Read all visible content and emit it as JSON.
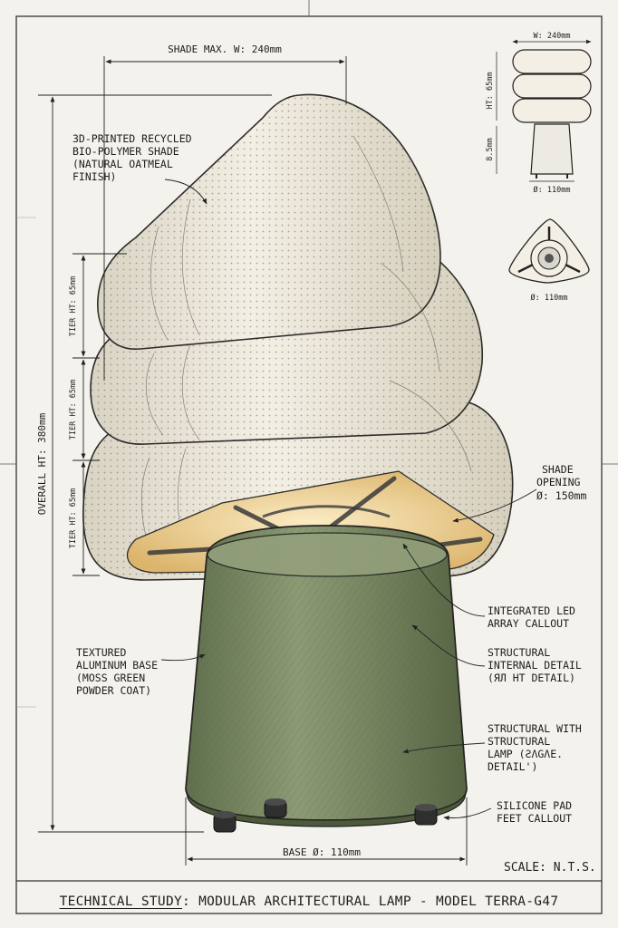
{
  "dimensions": {
    "shade_max_width": "SHADE MAX. W: 240mm",
    "overall_height": "OVERALL HT: 380mm",
    "tier_height": "TIER HT: 65mm",
    "base_diameter": "BASE Ø: 110mm"
  },
  "callouts": {
    "shade_line1": "3D-PRINTED RECYCLED",
    "shade_line2": "BIO-POLYMER SHADE",
    "shade_line3": "(NATURAL OATMEAL",
    "shade_line4": "FINISH)",
    "opening_line1": "SHADE",
    "opening_line2": "OPENING",
    "opening_line3": "Ø: 150mm",
    "led_line1": "INTEGRATED LED",
    "led_line2": "ARRAY CALLOUT",
    "base_line1": "TEXTURED",
    "base_line2": "ALUMINUM BASE",
    "base_line3": "(MOSS GREEN",
    "base_line4": "POWDER COAT)",
    "internal_line1": "STRUCTURAL",
    "internal_line2": "INTERNAL DETAIL",
    "internal_line3": "(ЯЛ HT DETAIL)",
    "struct_line1": "STRUCTURAL WITH",
    "struct_line2": "STRUCTURAL",
    "struct_line3": "LAMP (ƧΛGΛE.",
    "struct_line4": "DETAIL')",
    "feet_line1": "SILICONE PAD",
    "feet_line2": "FEET CALLOUT"
  },
  "inset": {
    "width": "W: 240mm",
    "tier_height": "HT: 65mm",
    "base_height": "8.5mm",
    "base_diameter": "Ø: 110mm",
    "plan_diameter": "Ø: 110mm"
  },
  "scale": "SCALE: N.T.S.",
  "title": {
    "prefix": "TECHNICAL STUDY",
    "rest": ": MODULAR ARCHITECTURAL LAMP - MODEL TERRA-G47"
  },
  "colors": {
    "shade": "#ebe6d9",
    "base": "#7d8c67",
    "glow": "#e6c88a",
    "ink": "#222222"
  }
}
